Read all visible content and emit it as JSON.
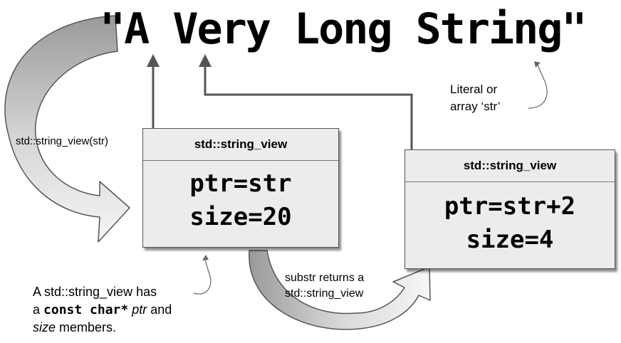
{
  "title": "\"A Very Long String\"",
  "literal_note": {
    "line1": "Literal or",
    "line2": "array ‘str’"
  },
  "construct_label": "std::string_view(str)",
  "box_left": {
    "header": "std::string_view",
    "line1": "ptr=str",
    "line2": "size=20"
  },
  "box_right": {
    "header": "std::string_view",
    "line1": "ptr=str+2",
    "line2": "size=4"
  },
  "substr_note": {
    "line1": "substr returns a",
    "line2": "std::string_view"
  },
  "members_note": {
    "line1": "A std::string_view has",
    "line2_a": "a ",
    "line2_code": "const char*",
    "line2_b": " ",
    "line2_ptr": "ptr",
    "line2_c": " and",
    "line3_size": "size",
    "line3_b": " members."
  },
  "colors": {
    "arrow_fill_dark": "#9a9a9a",
    "arrow_fill_light": "#f4f4f4",
    "box_fill": "#ececec",
    "line": "#555555"
  }
}
